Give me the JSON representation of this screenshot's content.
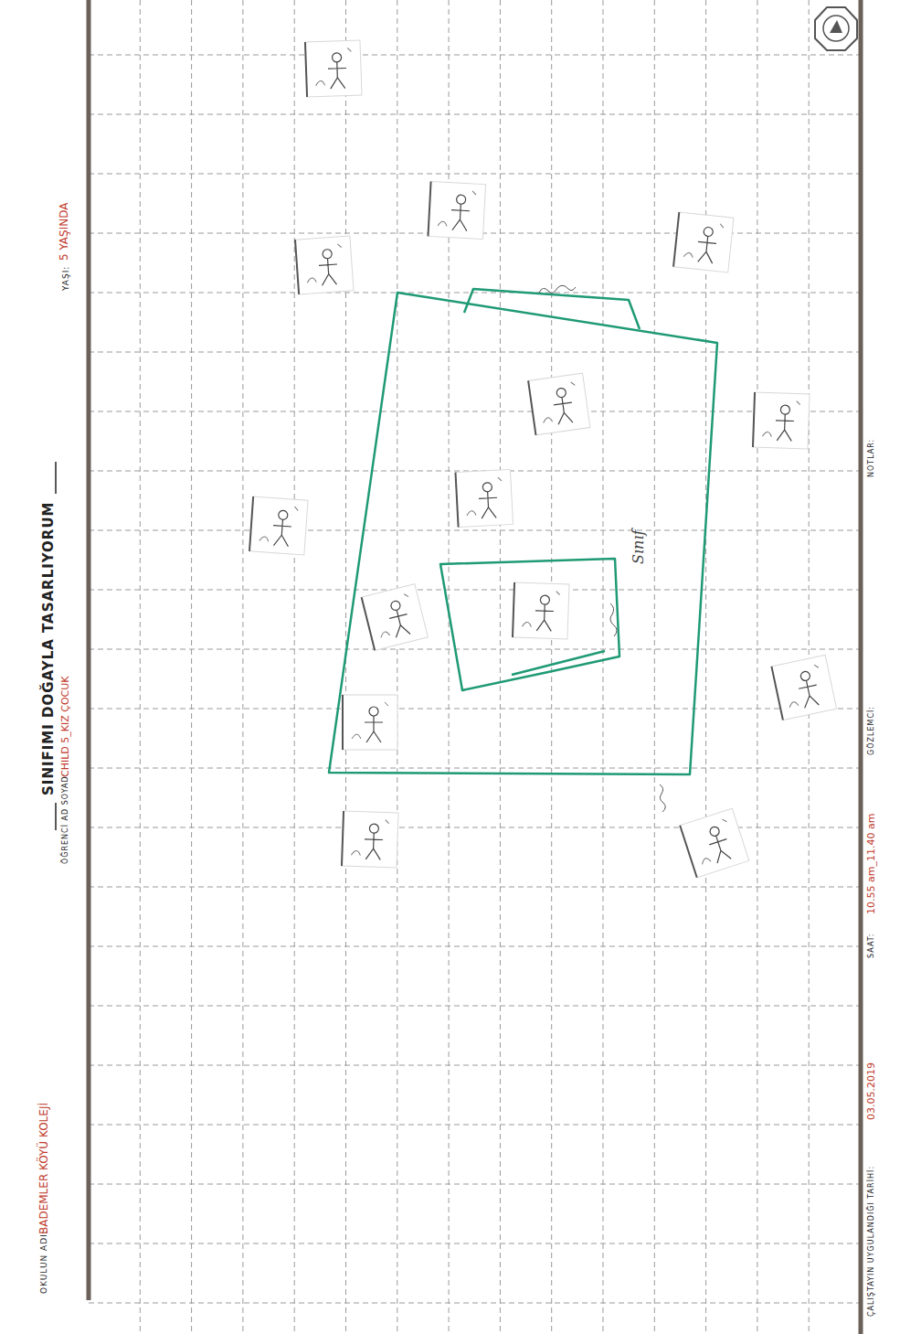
{
  "diagram": {
    "title": "SINIFIMI DOĞAYLA TASARLIYORUM",
    "nodes": [
      {
        "text": [
          "Sınıf"
        ]
      }
    ],
    "labels": [
      "OKULUN ADI:",
      "BADEMLER KÖYÜ KOLEJİ",
      "ÖĞRENCİ AD SOYAD:",
      "CHILD 5_KIZ ÇOCUK",
      "YAŞI:",
      "5 YAŞINDA",
      "ÇALIŞTAYIN UYGULANDIĞI TARİHİ:",
      "03.05.2019",
      "SAAT:",
      "10.55 am_11.40 am",
      "GÖZLEMCİ:",
      "NOTLAR:"
    ]
  }
}
